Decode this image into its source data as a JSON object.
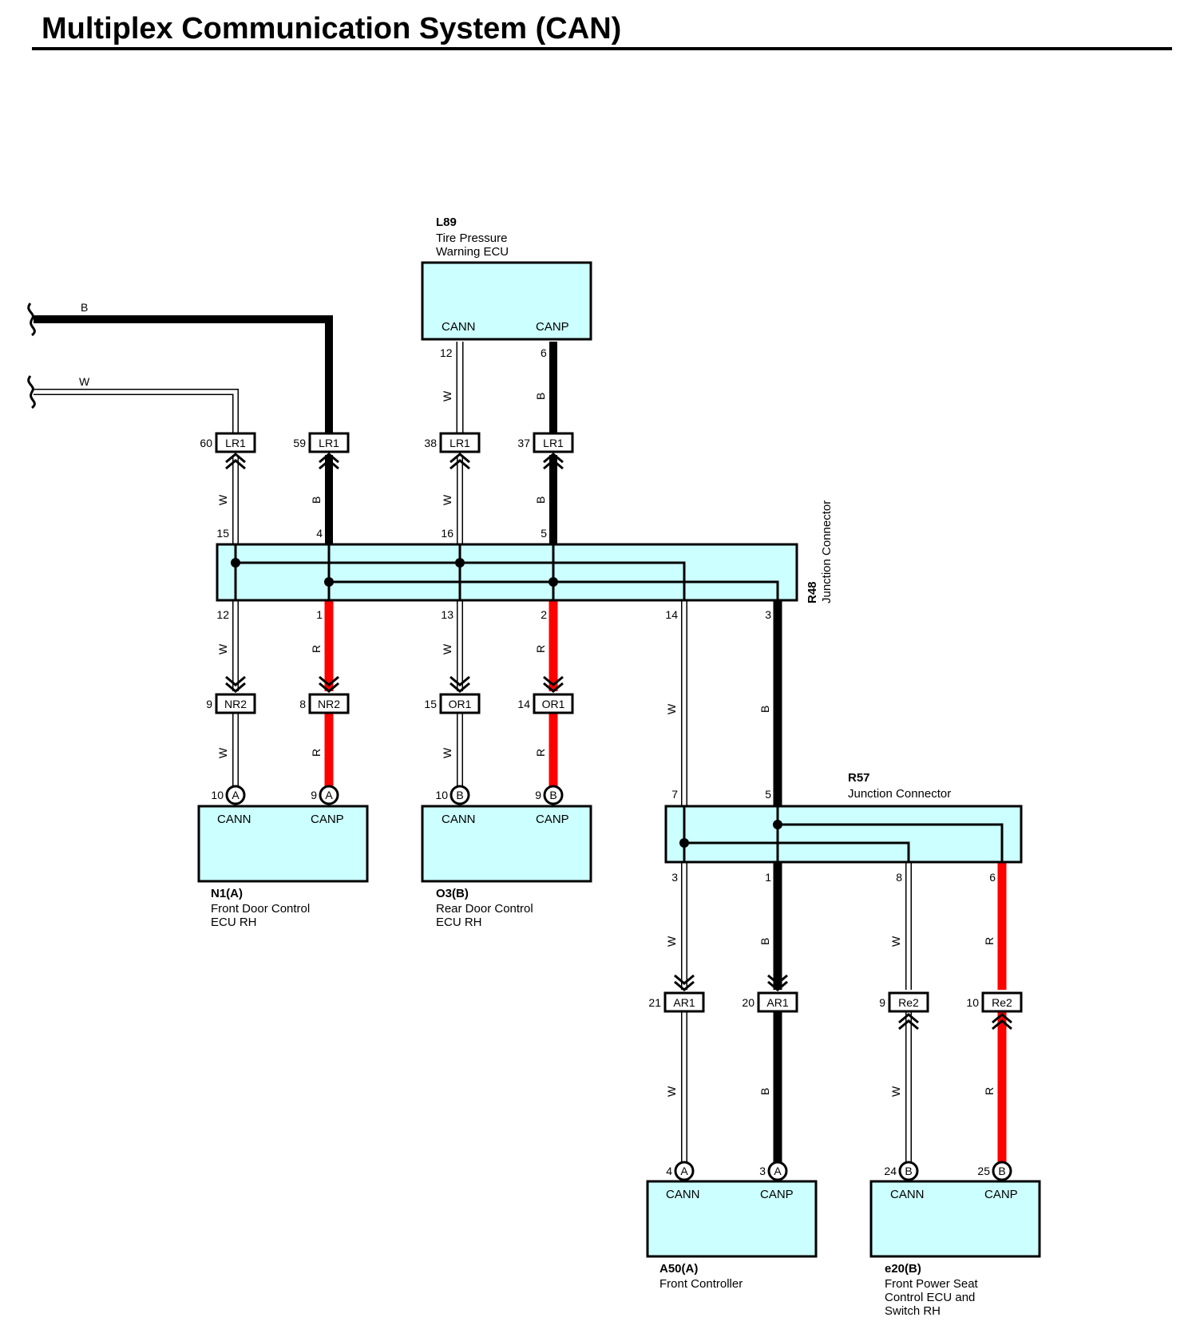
{
  "title": "Multiplex Communication System (CAN)",
  "colors": {
    "ecu_fill": "#ccffff",
    "wire_black": "#000000",
    "wire_red": "#ff0000",
    "wire_white": "#ffffff"
  },
  "components": {
    "l89": {
      "code": "L89",
      "name_line1": "Tire Pressure",
      "name_line2": "Warning ECU",
      "pin_cann": "CANN",
      "pin_canp": "CANP"
    },
    "n1": {
      "code": "N1(A)",
      "name_line1": "Front Door Control",
      "name_line2": "ECU RH",
      "pin_cann": "CANN",
      "pin_canp": "CANP"
    },
    "o3": {
      "code": "O3(B)",
      "name_line1": "Rear Door Control",
      "name_line2": "ECU RH",
      "pin_cann": "CANN",
      "pin_canp": "CANP"
    },
    "a50": {
      "code": "A50(A)",
      "name_line1": "Front Controller",
      "pin_cann": "CANN",
      "pin_canp": "CANP"
    },
    "e20": {
      "code": "e20(B)",
      "name_line1": "Front Power Seat",
      "name_line2": "Control ECU and",
      "name_line3": "Switch RH",
      "pin_cann": "CANN",
      "pin_canp": "CANP"
    },
    "r48": {
      "code": "R48",
      "name": "Junction Connector"
    },
    "r57": {
      "code": "R57",
      "name": "Junction Connector"
    }
  },
  "connectors": {
    "lr1": "LR1",
    "nr2": "NR2",
    "or1": "OR1",
    "ar1": "AR1",
    "re2": "Re2",
    "circle_a": "A",
    "circle_b": "B"
  },
  "wire_colors": {
    "b": "B",
    "w": "W",
    "r": "R"
  },
  "pins": {
    "lr1_60": "60",
    "lr1_59": "59",
    "lr1_38": "38",
    "lr1_37": "37",
    "l89_12": "12",
    "l89_6": "6",
    "r48_15": "15",
    "r48_4": "4",
    "r48_16": "16",
    "r48_5": "5",
    "r48_12": "12",
    "r48_1": "1",
    "r48_13": "13",
    "r48_2": "2",
    "r48_14": "14",
    "r48_3": "3",
    "nr2_9": "9",
    "nr2_8": "8",
    "or1_15": "15",
    "or1_14": "14",
    "n1_10": "10",
    "n1_9": "9",
    "o3_10": "10",
    "o3_9": "9",
    "r57_7": "7",
    "r57_5": "5",
    "r57_3": "3",
    "r57_1": "1",
    "r57_8": "8",
    "r57_6": "6",
    "ar1_21": "21",
    "ar1_20": "20",
    "re2_9": "9",
    "re2_10": "10",
    "a50_4": "4",
    "a50_3": "3",
    "e20_24": "24",
    "e20_25": "25"
  }
}
